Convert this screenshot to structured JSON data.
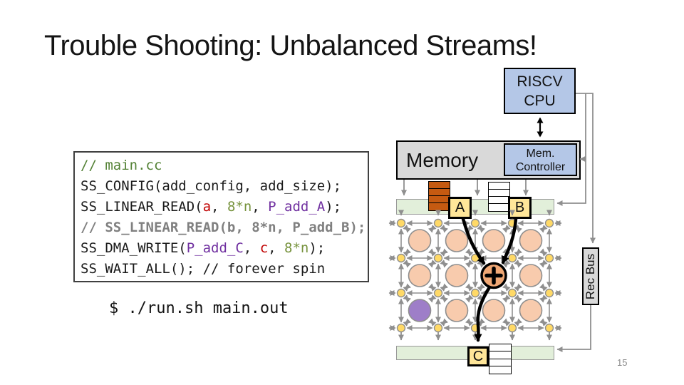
{
  "slide": {
    "title": "Trouble Shooting: Unbalanced Streams!",
    "page_number": "15"
  },
  "code": {
    "lines": [
      {
        "segments": [
          {
            "t": "// main.cc",
            "c": "comment"
          }
        ]
      },
      {
        "segments": [
          {
            "t": "SS_CONFIG(add_config, add_size);",
            "c": "plain"
          }
        ]
      },
      {
        "segments": [
          {
            "t": "SS_LINEAR_READ(",
            "c": "plain"
          },
          {
            "t": "a",
            "c": "red"
          },
          {
            "t": ", ",
            "c": "plain"
          },
          {
            "t": "8*n",
            "c": "olive"
          },
          {
            "t": ", ",
            "c": "plain"
          },
          {
            "t": "P_add_A",
            "c": "purple"
          },
          {
            "t": ");",
            "c": "plain"
          }
        ]
      },
      {
        "segments": [
          {
            "t": "// SS_LINEAR_READ(b, 8*n, P_add_B);",
            "c": "gray-bold"
          }
        ]
      },
      {
        "segments": [
          {
            "t": "SS_DMA_WRITE(",
            "c": "plain"
          },
          {
            "t": "P_add_C",
            "c": "purple"
          },
          {
            "t": ", ",
            "c": "plain"
          },
          {
            "t": "c",
            "c": "red"
          },
          {
            "t": ", ",
            "c": "plain"
          },
          {
            "t": "8*n",
            "c": "olive"
          },
          {
            "t": ");",
            "c": "plain"
          }
        ]
      },
      {
        "segments": [
          {
            "t": "SS_WAIT_ALL(); // forever spin",
            "c": "plain"
          }
        ]
      }
    ]
  },
  "terminal": {
    "command": "$ ./run.sh main.out"
  },
  "diagram": {
    "cpu_line1": "RISCV",
    "cpu_line2": "CPU",
    "memory_label": "Memory",
    "mem_controller_line1": "Mem.",
    "mem_controller_line2": "Controller",
    "rec_bus_label": "Rec Bus",
    "port_a": "A",
    "port_b": "B",
    "port_c": "C",
    "mesh": {
      "router_rows": 4,
      "router_cols": 5,
      "pe_rows": 3,
      "pe_cols": 4,
      "highlight_pe": "add-unit-plus",
      "special_pe": "purple-unit"
    }
  },
  "colors": {
    "box_blue": "#b4c7e7",
    "box_gray": "#d9d9d9",
    "bar_green": "#e2efda",
    "port_tan": "#ffe699",
    "stack_orange": "#c55a11",
    "pe_peach": "#f8cbad",
    "pe_highlight": "#f0a875",
    "pe_purple": "#9e7ec8",
    "router_yellow": "#ffd966",
    "code_comment": "#538135",
    "code_red": "#c00000",
    "code_olive": "#76923c",
    "code_purple": "#7030a0",
    "code_gray": "#808080"
  }
}
